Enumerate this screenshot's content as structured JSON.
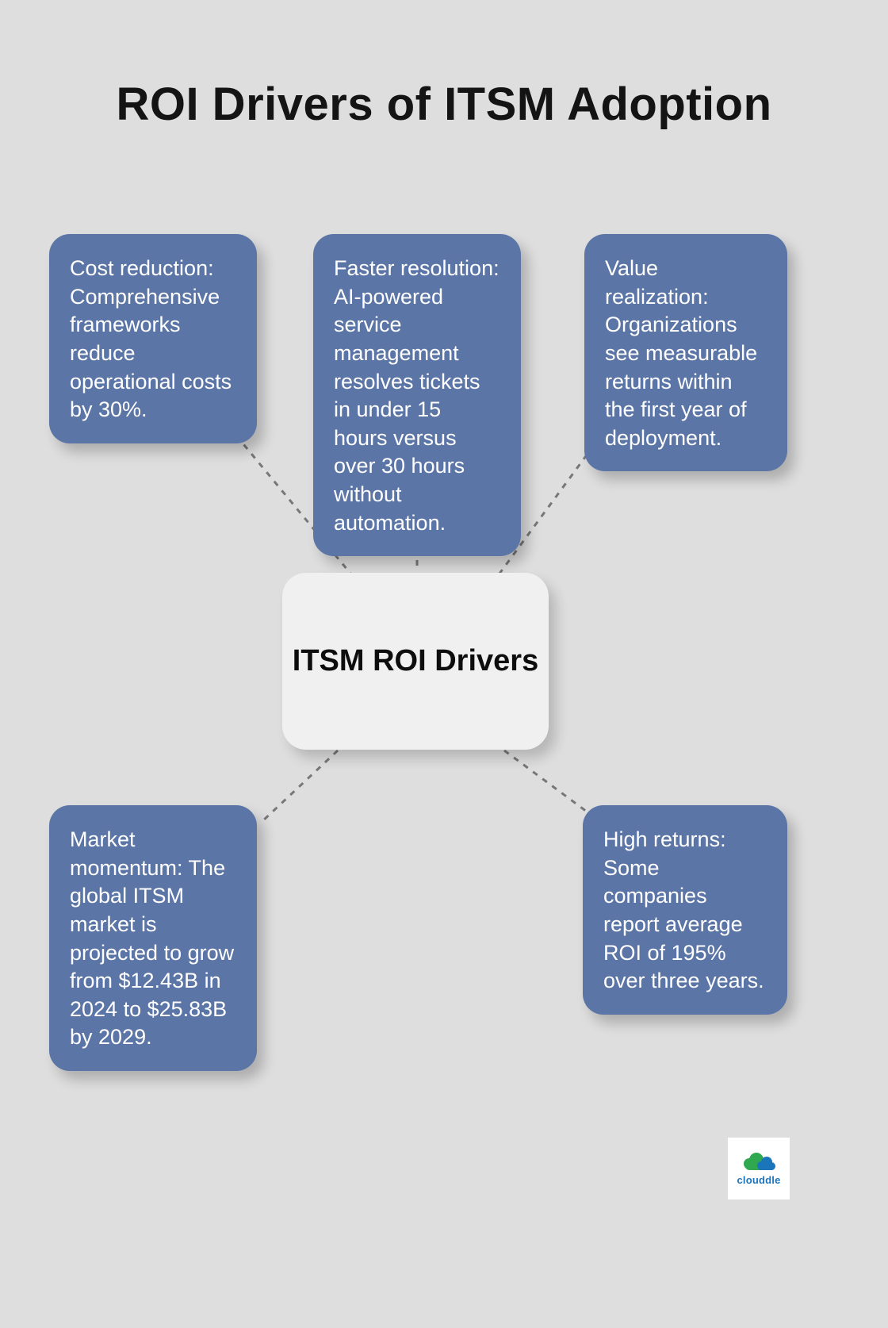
{
  "page": {
    "title": "ROI Drivers of ITSM Adoption"
  },
  "center": {
    "label": "ITSM ROI Drivers"
  },
  "nodes": [
    {
      "id": "cost-reduction",
      "text": "Cost reduction: Comprehensive frameworks reduce operational costs by 30%."
    },
    {
      "id": "faster-resolution",
      "text": "Faster resolution: AI-powered service management resolves tickets in under 15 hours versus over 30 hours without automation."
    },
    {
      "id": "value-realization",
      "text": "Value realization: Organizations see measurable returns within the first year of deployment."
    },
    {
      "id": "market-momentum",
      "text": "Market momentum: The global ITSM market is projected to grow from $12.43B in 2024 to $25.83B by 2029."
    },
    {
      "id": "high-returns",
      "text": "High returns: Some companies report average ROI of 195% over three years."
    }
  ],
  "logo": {
    "brand": "clouddle"
  },
  "colors": {
    "background": "#dedede",
    "node": "#5b75a6",
    "node_text": "#ffffff",
    "center_bg": "#f0f0f0",
    "center_text": "#0d0d0d",
    "connector": "#777777",
    "logo_text": "#1b75bb",
    "logo_cloud_green": "#2fa84f",
    "logo_cloud_blue": "#1b75bb"
  }
}
